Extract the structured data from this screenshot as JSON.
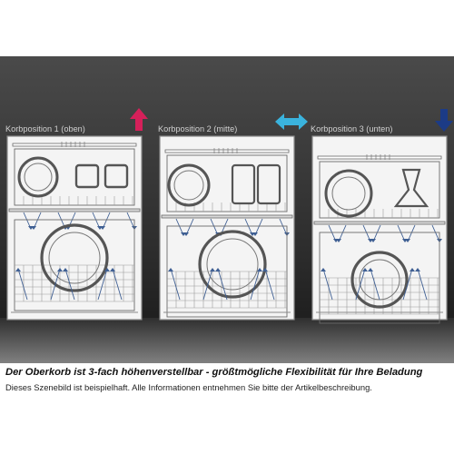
{
  "panels": [
    {
      "label": "Korbposition 1 (oben)",
      "arrow": "up"
    },
    {
      "label": "Korbposition 2 (mitte)",
      "arrow": "both"
    },
    {
      "label": "Korbposition 3 (unten)",
      "arrow": "down"
    }
  ],
  "caption": {
    "headline": "Der Oberkorb ist 3-fach höhenverstellbar - größtmögliche Flexibilität für Ihre Beladung",
    "note": "Dieses Szenebild ist beispielhaft. Alle Informationen entnehmen Sie bitte der Artikelbeschreibung."
  },
  "colors": {
    "up_arrow": "#d6205a",
    "both_arrow": "#3ab3dd",
    "down_arrow": "#1c3b86",
    "water_arrow": "#3f5f93",
    "background_top": "#4a4a4a",
    "background_bottom": "#161616"
  }
}
